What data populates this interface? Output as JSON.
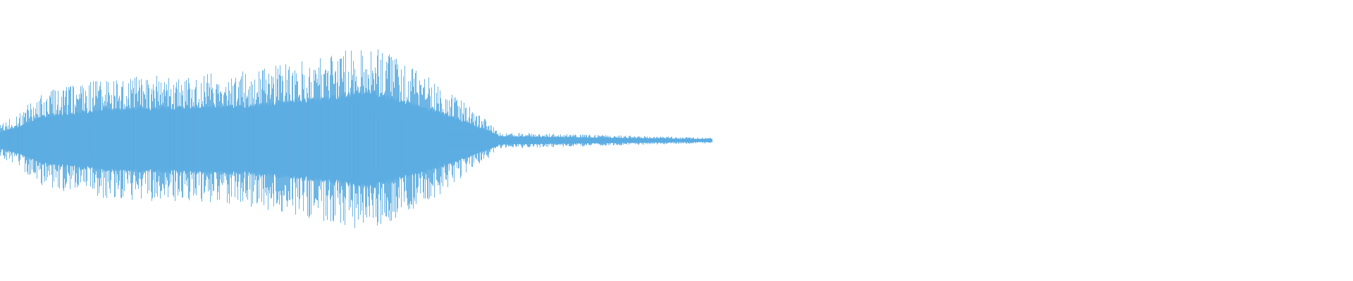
{
  "colors": {
    "background": "#ffffff",
    "waveform": "#5dade2"
  },
  "waveform": {
    "seed": 20240607,
    "segments": [
      {
        "from": 0.0,
        "to": 0.03,
        "amp_start": 0.12,
        "amp_end": 0.22
      },
      {
        "from": 0.03,
        "to": 0.06,
        "amp_start": 0.22,
        "amp_end": 0.35
      },
      {
        "from": 0.06,
        "to": 0.15,
        "amp_start": 0.35,
        "amp_end": 0.45
      },
      {
        "from": 0.15,
        "to": 0.35,
        "amp_start": 0.45,
        "amp_end": 0.5
      },
      {
        "from": 0.35,
        "to": 0.45,
        "amp_start": 0.5,
        "amp_end": 0.6
      },
      {
        "from": 0.45,
        "to": 0.52,
        "amp_start": 0.6,
        "amp_end": 0.7
      },
      {
        "from": 0.52,
        "to": 0.62,
        "amp_start": 0.7,
        "amp_end": 0.4
      },
      {
        "from": 0.62,
        "to": 0.7,
        "amp_start": 0.4,
        "amp_end": 0.08
      },
      {
        "from": 0.7,
        "to": 1.0,
        "amp_start": 0.06,
        "amp_end": 0.02
      }
    ],
    "duration_fraction": 0.526
  }
}
